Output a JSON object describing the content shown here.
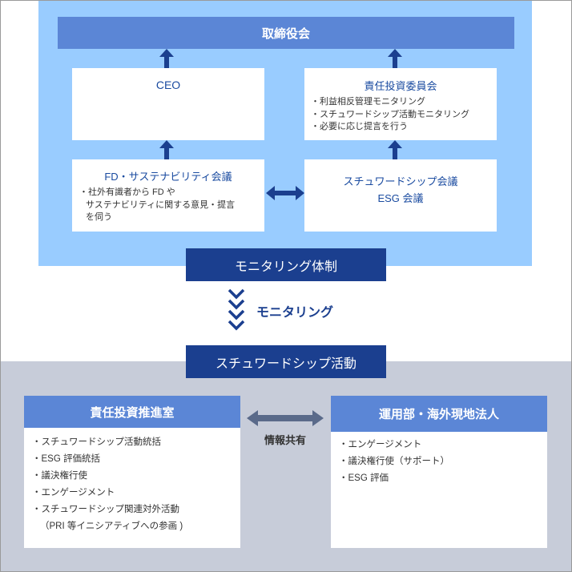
{
  "board": {
    "title": "取締役会"
  },
  "ceo": {
    "title": "CEO"
  },
  "committee": {
    "title": "責任投資委員会",
    "items": [
      "・利益相反管理モニタリング",
      "・スチュワードシップ活動モニタリング",
      "・必要に応じ提言を行う"
    ]
  },
  "fd_meeting": {
    "title": "FD・サステナビリティ会議",
    "items": [
      "・社外有識者から FD や",
      "サステナビリティに関する意見・提言",
      "を伺う"
    ]
  },
  "stewardship_meeting": {
    "line1": "スチュワードシップ会議",
    "line2": "ESG 会議"
  },
  "monitoring_system": "モニタリング体制",
  "monitoring_label": "モニタリング",
  "stewardship_activities": "スチュワードシップ活動",
  "responsible_office": {
    "title": "責任投資推進室",
    "items": [
      "・スチュワードシップ活動統括",
      "・ESG 評価統括",
      "・議決権行使",
      "・エンゲージメント",
      "・スチュワードシップ関連対外活動",
      "（PRI 等イニシアティブへの参画 )"
    ]
  },
  "info_sharing": "情報共有",
  "operations": {
    "title": "運用部・海外現地法人",
    "items": [
      "・エンゲージメント",
      "・議決権行使（サポート）",
      "・ESG 評価"
    ]
  },
  "colors": {
    "light_blue": "#99ccff",
    "mid_blue": "#5b86d6",
    "dark_navy": "#1b3f8f",
    "gray": "#c7ccd9",
    "arrow_gray": "#5a6a8a"
  }
}
